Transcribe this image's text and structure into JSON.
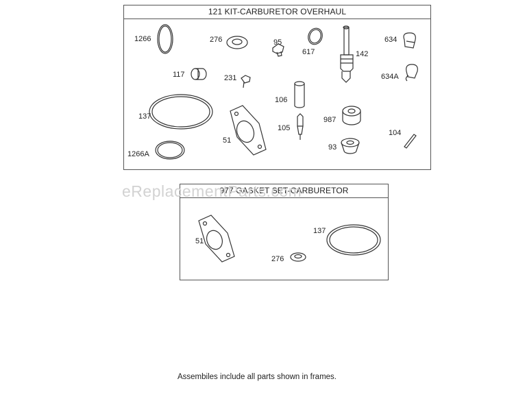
{
  "frames": {
    "kit": {
      "title": "121 KIT-CARBURETOR OVERHAUL"
    },
    "gasket_set": {
      "title": "977 GASKET SET-CARBURETOR"
    }
  },
  "kit_labels": {
    "p1266": "1266",
    "p276": "276",
    "p95": "95",
    "p617": "617",
    "p142": "142",
    "p634": "634",
    "p117": "117",
    "p231": "231",
    "p634a": "634A",
    "p106": "106",
    "p137": "137",
    "p987": "987",
    "p105": "105",
    "p51": "51",
    "p104": "104",
    "p1266a": "1266A",
    "p93": "93"
  },
  "gasket_labels": {
    "p51": "51",
    "p137": "137",
    "p276": "276"
  },
  "watermark": "eReplacementParts.com",
  "footnote": "Assembiles include all parts shown in frames."
}
